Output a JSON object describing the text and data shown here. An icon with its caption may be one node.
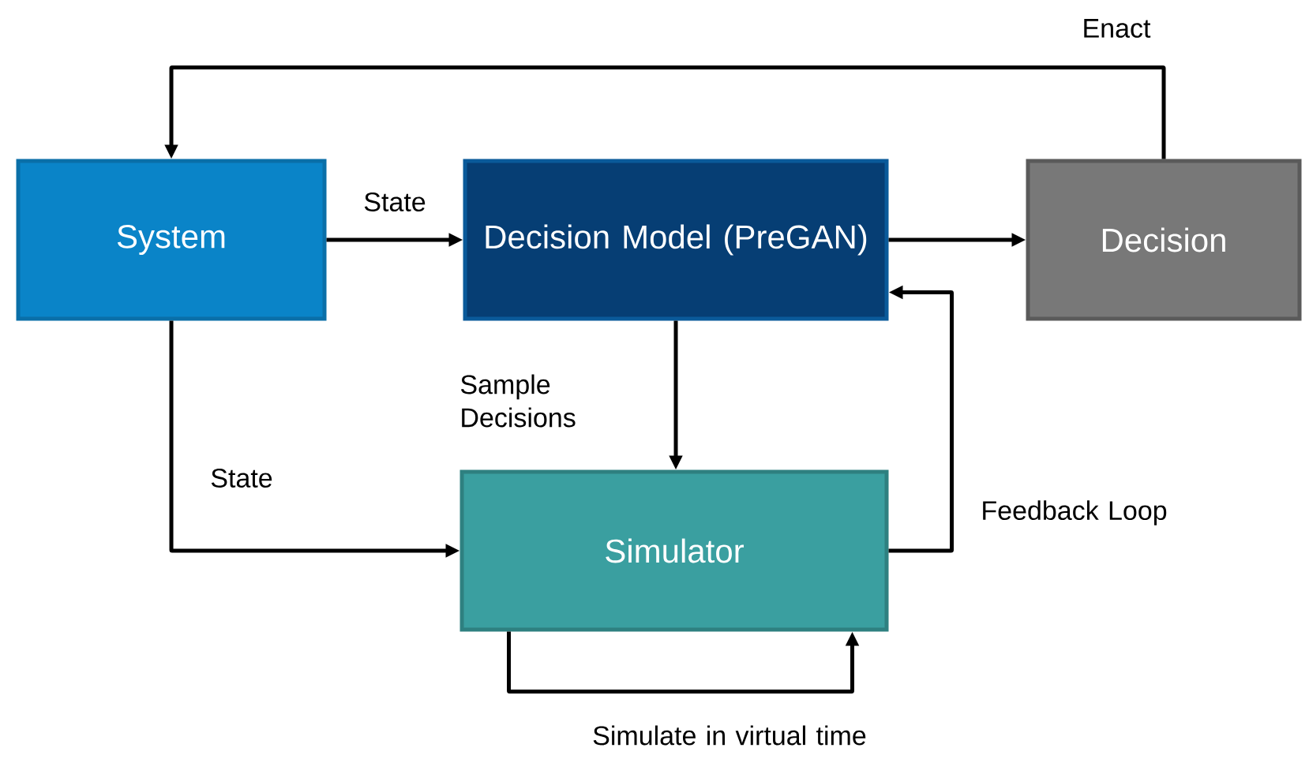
{
  "diagram": {
    "nodes": [
      {
        "text": [
          "System"
        ]
      },
      {
        "text": [
          "Decision Model (PreGAN)"
        ]
      },
      {
        "text": [
          "Decision"
        ]
      },
      {
        "text": [
          "Simulator"
        ]
      }
    ],
    "edges": [
      {
        "from": 0,
        "to": 1,
        "arrow": "to",
        "label": "State"
      },
      {
        "from": 1,
        "to": 2,
        "arrow": "to"
      },
      {
        "from": 2,
        "to": 0,
        "arrow": "to",
        "label": "Enact"
      },
      {
        "from": 0,
        "to": 3,
        "arrow": "to",
        "label": "State"
      },
      {
        "from": 1,
        "to": 3,
        "arrow": "to",
        "label": "Sample Decisions"
      },
      {
        "from": 3,
        "to": 1,
        "arrow": "to",
        "label": "Feedback Loop"
      },
      {
        "from": 3,
        "to": 3,
        "arrow": "to",
        "label": "Simulate in virtual time"
      }
    ]
  }
}
